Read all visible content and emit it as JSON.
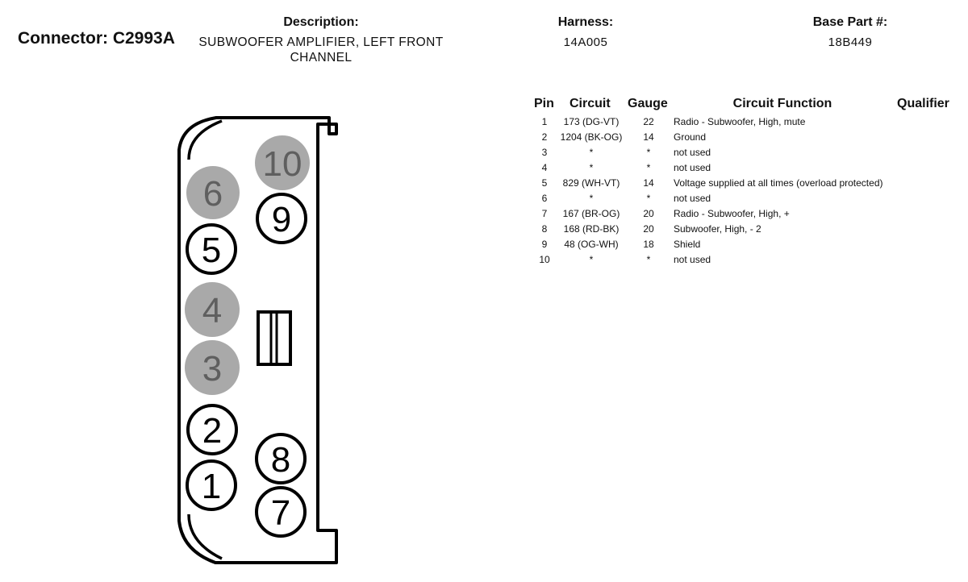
{
  "header": {
    "connector_label": "Connector: C2993A",
    "description_label": "Description:",
    "description": "SUBWOOFER AMPLIFIER, LEFT FRONT CHANNEL",
    "harness_label": "Harness:",
    "harness": "14A005",
    "base_part_label": "Base Part #:",
    "base_part": "18B449"
  },
  "table": {
    "headers": {
      "pin": "Pin",
      "circuit": "Circuit",
      "gauge": "Gauge",
      "function": "Circuit Function",
      "qualifier": "Qualifier"
    },
    "rows": [
      {
        "pin": "1",
        "circuit": "173 (DG-VT)",
        "gauge": "22",
        "function": "Radio - Subwoofer, High, mute"
      },
      {
        "pin": "2",
        "circuit": "1204 (BK-OG)",
        "gauge": "14",
        "function": "Ground"
      },
      {
        "pin": "3",
        "circuit": "*",
        "gauge": "*",
        "function": "not used"
      },
      {
        "pin": "4",
        "circuit": "*",
        "gauge": "*",
        "function": "not used"
      },
      {
        "pin": "5",
        "circuit": "829 (WH-VT)",
        "gauge": "14",
        "function": "Voltage supplied at all times (overload protected)"
      },
      {
        "pin": "6",
        "circuit": "*",
        "gauge": "*",
        "function": "not used"
      },
      {
        "pin": "7",
        "circuit": "167 (BR-OG)",
        "gauge": "20",
        "function": "Radio - Subwoofer, High, +"
      },
      {
        "pin": "8",
        "circuit": "168 (RD-BK)",
        "gauge": "20",
        "function": "Subwoofer, High, - 2"
      },
      {
        "pin": "9",
        "circuit": "48 (OG-WH)",
        "gauge": "18",
        "function": "Shield"
      },
      {
        "pin": "10",
        "circuit": "*",
        "gauge": "*",
        "function": "not used"
      }
    ]
  },
  "diagram": {
    "pins": [
      {
        "number": "1",
        "used": true
      },
      {
        "number": "2",
        "used": true
      },
      {
        "number": "3",
        "used": false
      },
      {
        "number": "4",
        "used": false
      },
      {
        "number": "5",
        "used": true
      },
      {
        "number": "6",
        "used": false
      },
      {
        "number": "7",
        "used": true
      },
      {
        "number": "8",
        "used": true
      },
      {
        "number": "9",
        "used": true
      },
      {
        "number": "10",
        "used": false
      }
    ],
    "colors": {
      "outline": "#000000",
      "used_pin_fill": "#ffffff",
      "unused_pin_fill": "#a9a9a9",
      "unused_pin_text": "#5f5f5f"
    }
  }
}
